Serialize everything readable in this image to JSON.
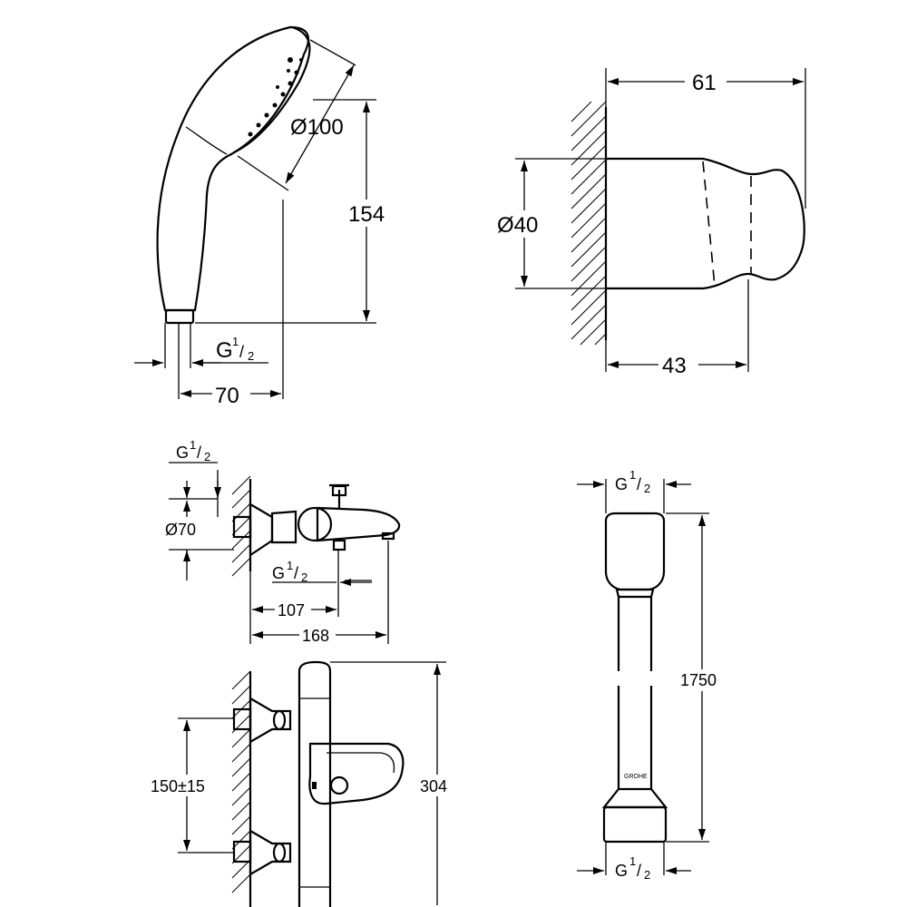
{
  "shower_head": {
    "diameter": "Ø100",
    "height": "154",
    "thread": "G",
    "thread_num": "1",
    "thread_den": "2",
    "width": "70"
  },
  "wall_holder": {
    "width": "61",
    "diameter": "Ø40",
    "depth": "43"
  },
  "thermostat_side": {
    "thread_top": "G",
    "thread_top_num": "1",
    "thread_top_den": "2",
    "diameter": "Ø70",
    "thread_spout": "G",
    "thread_spout_num": "1",
    "thread_spout_den": "2",
    "spout_offset": "107",
    "overall_depth": "168"
  },
  "thermostat_front": {
    "centers": "150±15",
    "height": "304"
  },
  "hose": {
    "thread_top": "G",
    "thread_top_num": "1",
    "thread_top_den": "2",
    "length": "1750",
    "brand_mark": "GROHE",
    "thread_bottom": "G",
    "thread_bottom_num": "1",
    "thread_bottom_den": "2"
  }
}
